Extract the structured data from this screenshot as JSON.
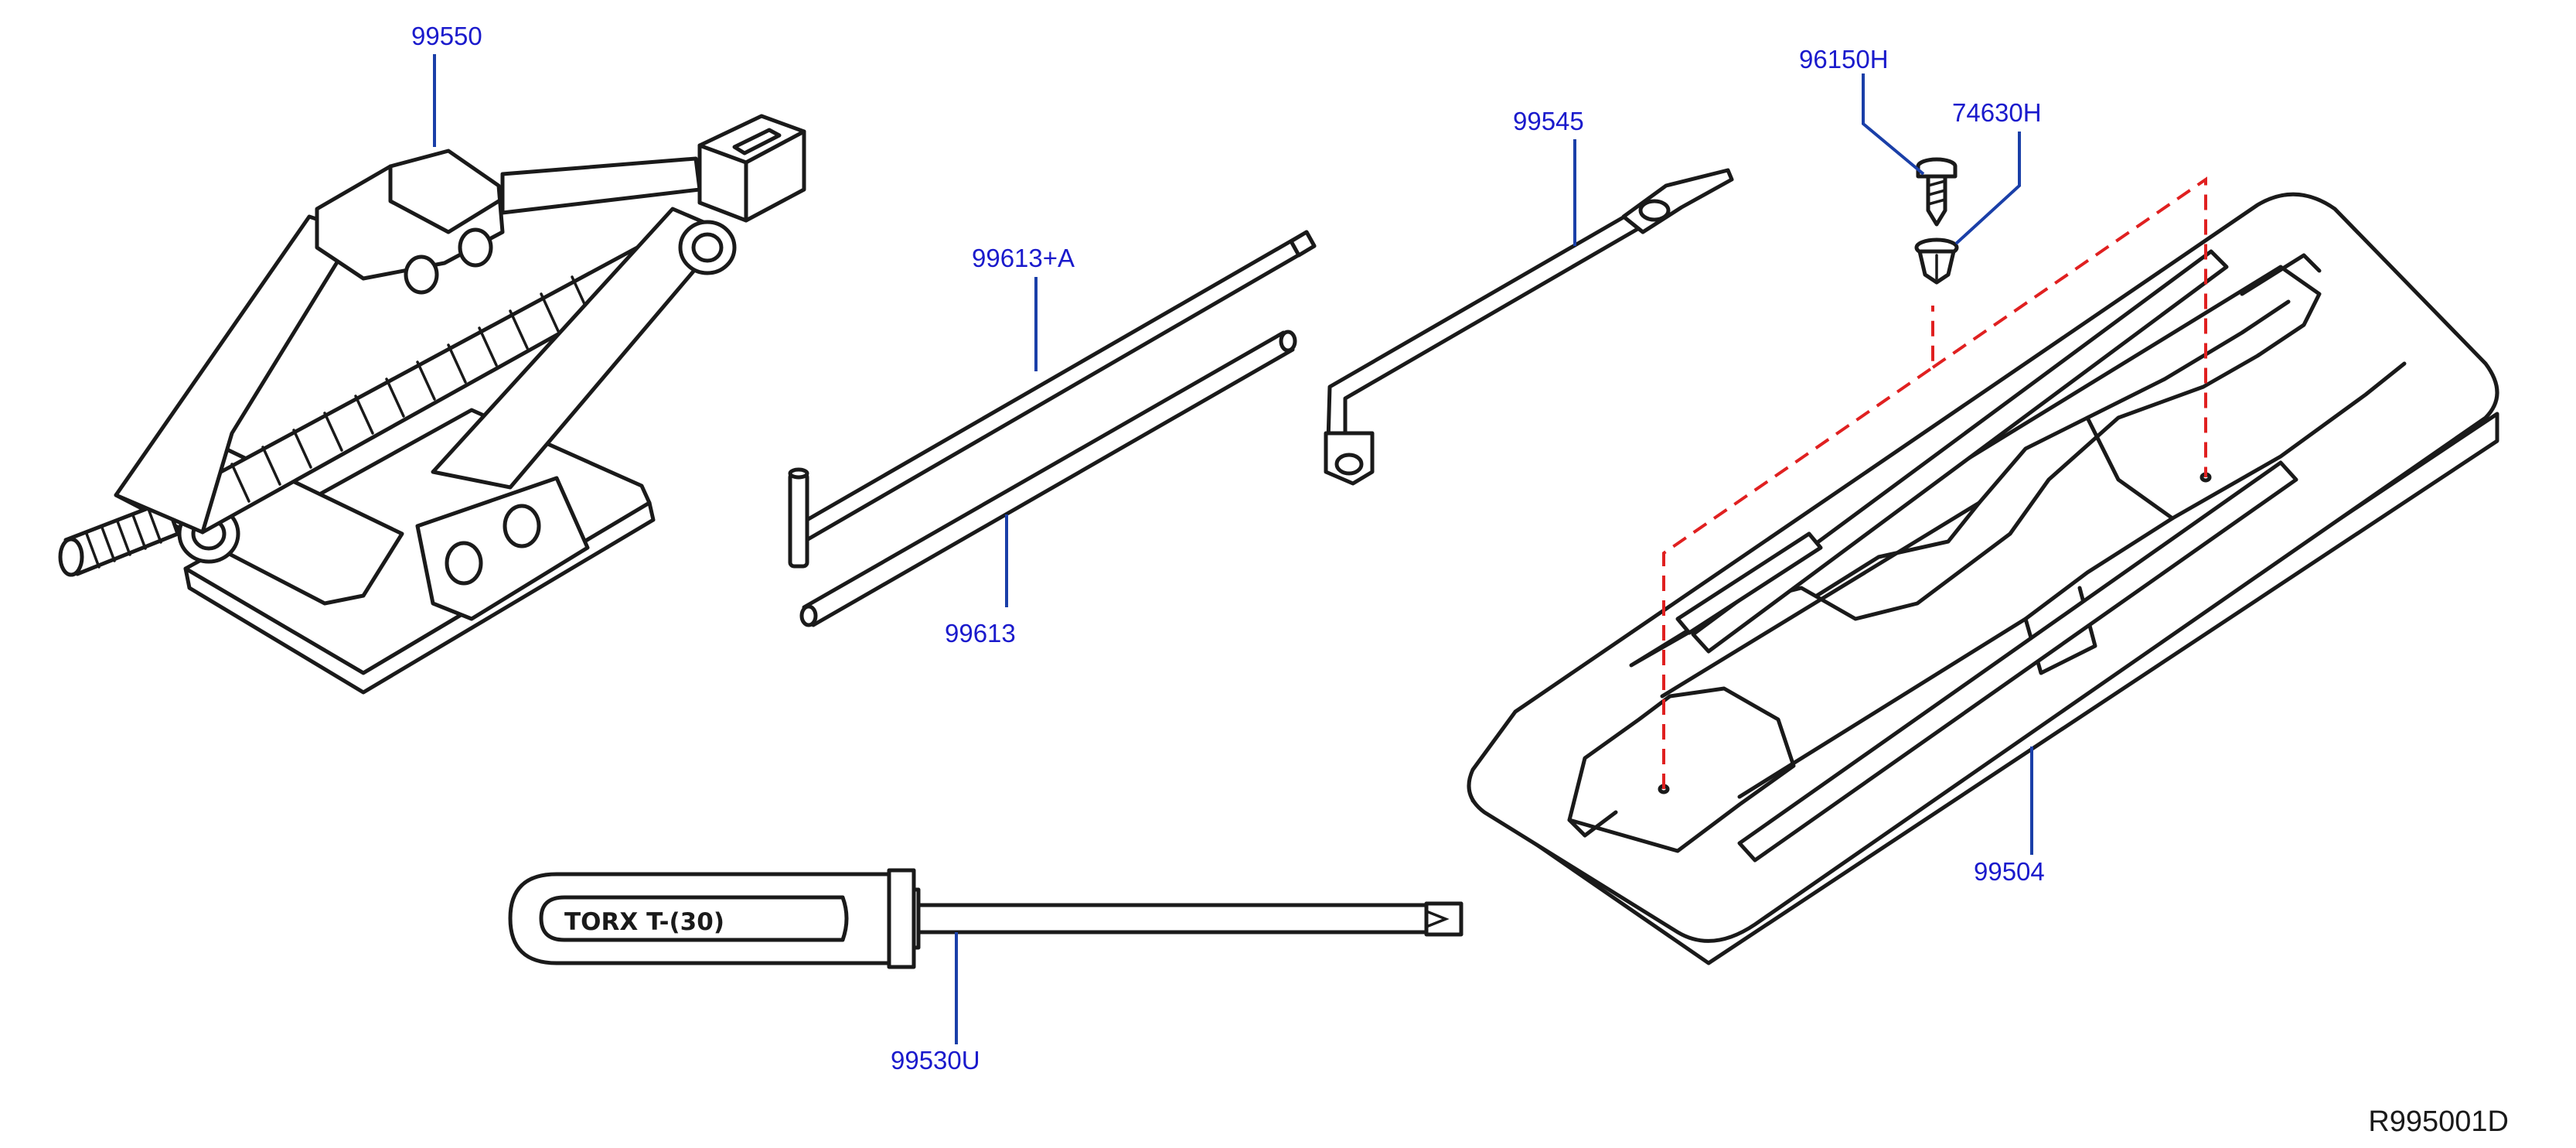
{
  "colors": {
    "label": "#1a1acc",
    "leader": "#1a3fa8",
    "dashed": "#e02020",
    "outline": "#1a1a1a"
  },
  "parts": {
    "jack": "99550",
    "jack_handle_a": "99613+A",
    "jack_handle": "99613",
    "wheel_wrench": "99545",
    "bolt": "96150H",
    "clip": "74630H",
    "tool_tray": "99504",
    "screwdriver": "99530U"
  },
  "screwdriver_text": "TORX  T-(30)",
  "reference_code": "R995001D"
}
